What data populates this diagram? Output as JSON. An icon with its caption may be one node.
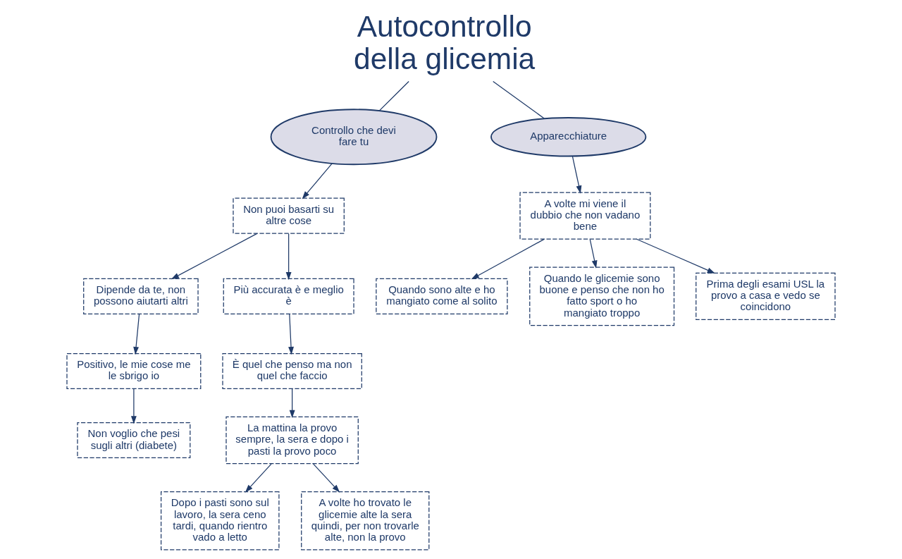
{
  "diagram": {
    "nodes": [
      {
        "text": [
          "Autocontrollo della glicemia"
        ]
      },
      {
        "text": [
          "Controllo che devi fare tu"
        ]
      },
      {
        "text": [
          "Non puoi basarti su altre cose"
        ]
      },
      {
        "text": [
          "Dipende da te, non possono aiutarti altri"
        ]
      },
      {
        "text": [
          "Positivo, le mie cose me le sbrigo io"
        ]
      },
      {
        "text": [
          "Non voglio che pesi sugli altri (diabete)"
        ]
      },
      {
        "text": [
          "Più accurata è e meglio è"
        ]
      },
      {
        "text": [
          "È quel che penso ma non quel che faccio"
        ]
      },
      {
        "text": [
          "La mattina la provo sempre, la sera e dopo i pasti la provo poco"
        ]
      },
      {
        "text": [
          "Dopo i pasti sono sul lavoro, la sera ceno tardi, quando rientro vado a letto"
        ]
      },
      {
        "text": [
          "A volte ho trovato le glicemie alte la sera quindi, per non trovarle alte, non la provo"
        ]
      },
      {
        "text": [
          "Apparecchiature"
        ]
      },
      {
        "text": [
          "A volte mi viene il dubbio che non vadano bene"
        ]
      },
      {
        "text": [
          "Quando sono alte e ho mangiato come al solito"
        ]
      },
      {
        "text": [
          "Quando le glicemie sono buone e penso che non ho fatto sport o ho mangiato troppo"
        ]
      },
      {
        "text": [
          "Prima degli esami USL la provo a casa e vedo se coincidono"
        ]
      }
    ],
    "edges": [
      {
        "from": 0,
        "to": 1,
        "arrow": "none"
      },
      {
        "from": 1,
        "to": 2,
        "arrow": "to"
      },
      {
        "from": 2,
        "to": 3,
        "arrow": "to"
      },
      {
        "from": 3,
        "to": 4,
        "arrow": "to"
      },
      {
        "from": 4,
        "to": 5,
        "arrow": "to"
      },
      {
        "from": 2,
        "to": 6,
        "arrow": "to"
      },
      {
        "from": 6,
        "to": 7,
        "arrow": "to"
      },
      {
        "from": 7,
        "to": 8,
        "arrow": "to"
      },
      {
        "from": 8,
        "to": 9,
        "arrow": "to"
      },
      {
        "from": 8,
        "to": 10,
        "arrow": "to"
      },
      {
        "from": 0,
        "to": 11,
        "arrow": "none"
      },
      {
        "from": 11,
        "to": 12,
        "arrow": "to"
      },
      {
        "from": 12,
        "to": 13,
        "arrow": "to"
      },
      {
        "from": 12,
        "to": 14,
        "arrow": "to"
      },
      {
        "from": 12,
        "to": 15,
        "arrow": "to"
      }
    ]
  }
}
